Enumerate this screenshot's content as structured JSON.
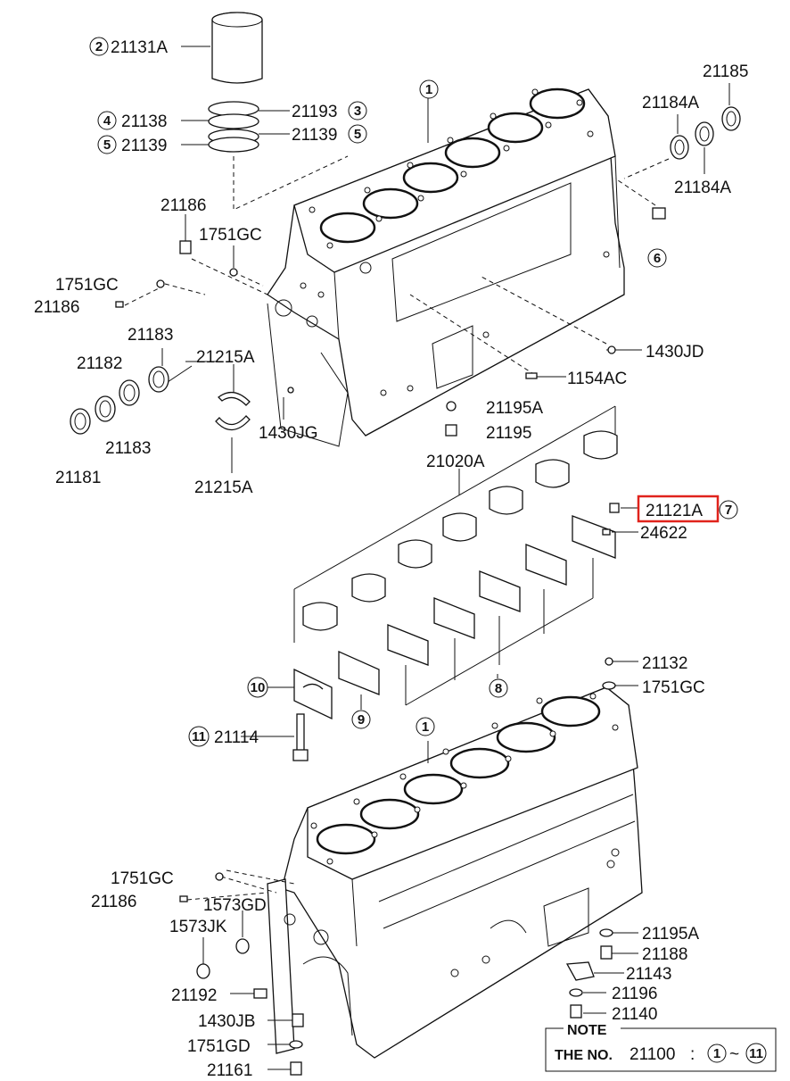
{
  "labels": {
    "p21131A": "21131A",
    "p21138": "21138",
    "p21139": "21139",
    "p21193": "21193",
    "p21139b": "21139",
    "p21186a": "21186",
    "p1751GCa": "1751GC",
    "p1751GCb": "1751GC",
    "p21186b": "21186",
    "p21183a": "21183",
    "p21182": "21182",
    "p21215Aa": "21215A",
    "p21183b": "21183",
    "p1430JG": "1430JG",
    "p21181": "21181",
    "p21215Ab": "21215A",
    "p21184Aa": "21184A",
    "p21185": "21185",
    "p21184Ab": "21184A",
    "p1430JD": "1430JD",
    "p1154AC": "1154AC",
    "p21195Aa": "21195A",
    "p21195": "21195",
    "p21020A": "21020A",
    "p21121A": "21121A",
    "p24622": "24622",
    "p21132": "21132",
    "p1751GCc": "1751GC",
    "p21114": "21114",
    "p1751GCd": "1751GC",
    "p21186c": "21186",
    "p1573GD": "1573GD",
    "p1573JK": "1573JK",
    "p21192": "21192",
    "p1430JB": "1430JB",
    "p1751GD": "1751GD",
    "p21161": "21161",
    "p21195Ab": "21195A",
    "p21188": "21188",
    "p21143": "21143",
    "p21196": "21196",
    "p21140": "21140"
  },
  "refs": {
    "r1a": "1",
    "r1b": "1",
    "r2": "2",
    "r3": "3",
    "r4": "4",
    "r5a": "5",
    "r5b": "5",
    "r6": "6",
    "r7": "7",
    "r8": "8",
    "r9": "9",
    "r10": "10",
    "r11": "11"
  },
  "note": {
    "title": "NOTE",
    "prefix": "THE NO.",
    "number": "21100",
    "colon": ":",
    "from": "1",
    "tilde": "~",
    "to": "11"
  },
  "highlight_color": "#e0231c"
}
